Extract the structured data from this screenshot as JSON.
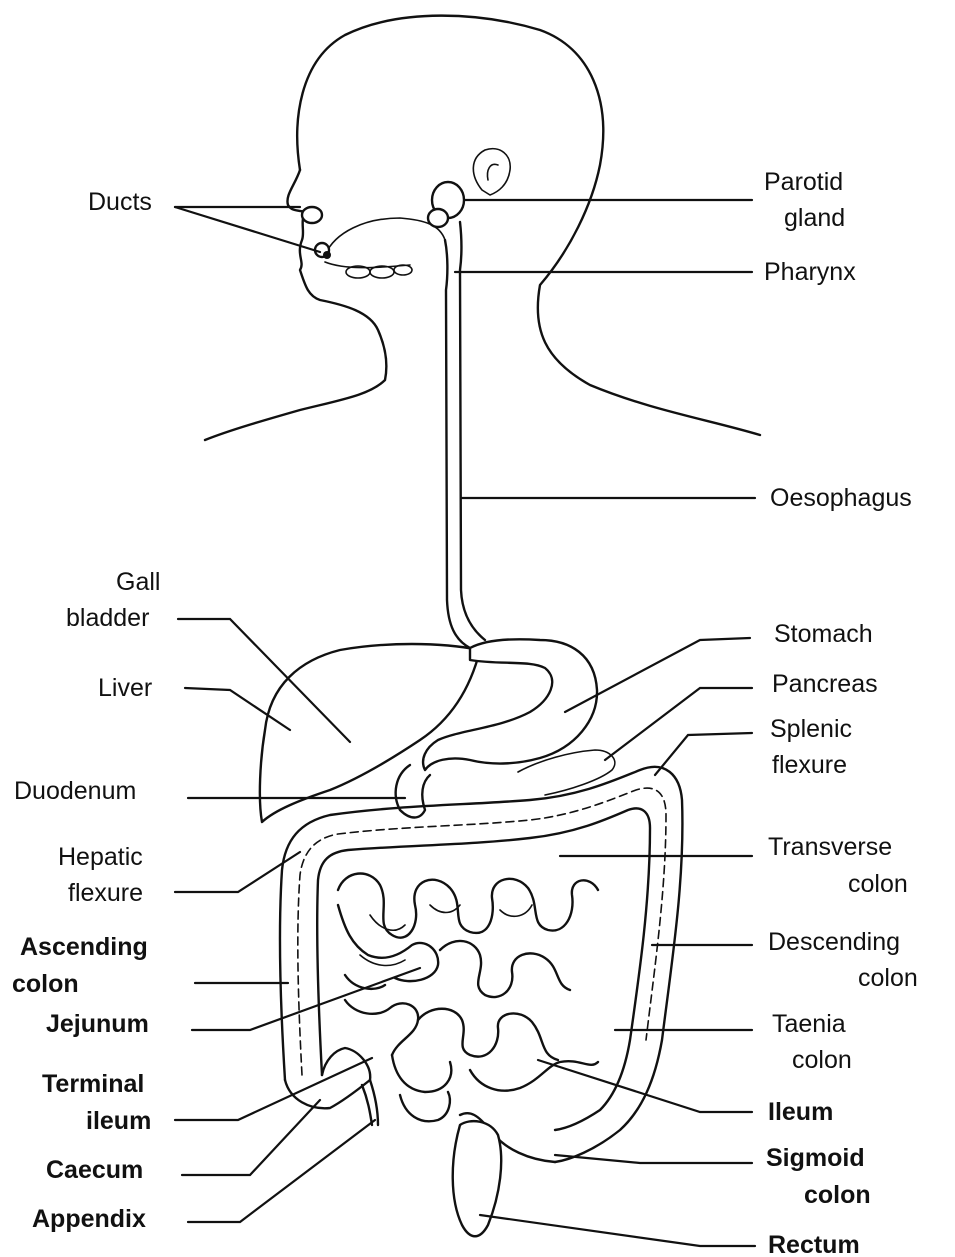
{
  "labels": {
    "ducts": "Ducts",
    "parotid": [
      "Parotid",
      "gland"
    ],
    "pharynx": "Pharynx",
    "oesophagus": "Oesophagus",
    "gall_bladder": [
      "Gall",
      "bladder"
    ],
    "liver": "Liver",
    "stomach": "Stomach",
    "pancreas": "Pancreas",
    "splenic": [
      "Splenic",
      "flexure"
    ],
    "duodenum": "Duodenum",
    "hepatic": [
      "Hepatic",
      "flexure"
    ],
    "transverse": [
      "Transverse",
      "colon"
    ],
    "ascending": [
      "Ascending",
      "colon"
    ],
    "descending": [
      "Descending",
      "colon"
    ],
    "jejunum": "Jejunum",
    "taenia": [
      "Taenia",
      "colon"
    ],
    "terminal_ileum": [
      "Terminal",
      "ileum"
    ],
    "ileum": "Ileum",
    "caecum": "Caecum",
    "sigmoid": [
      "Sigmoid",
      "colon"
    ],
    "appendix": "Appendix",
    "rectum": "Rectum"
  }
}
